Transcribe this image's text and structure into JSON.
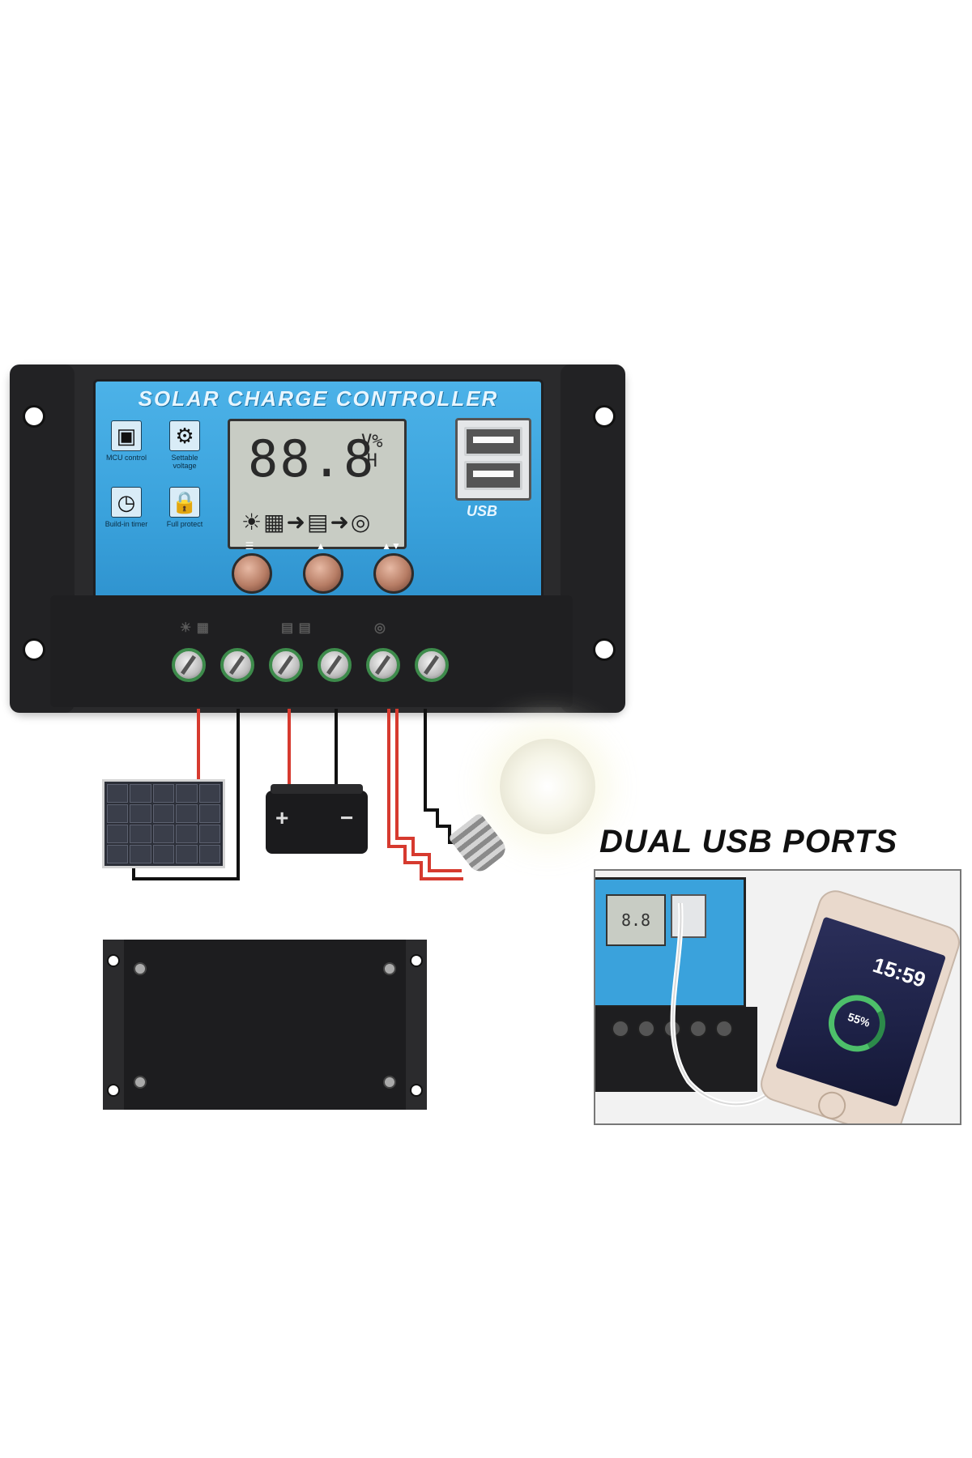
{
  "controller": {
    "title": "SOLAR CHARGE CONTROLLER",
    "features": [
      {
        "icon": "mcu-chip-icon",
        "glyph": "▣",
        "label": "MCU control"
      },
      {
        "icon": "gear-icon",
        "glyph": "⚙",
        "label": "Settable voltage"
      },
      {
        "icon": "clock-icon",
        "glyph": "◷",
        "label": "Build-in timer"
      },
      {
        "icon": "lock-icon",
        "glyph": "🔒",
        "label": "Full protect"
      }
    ],
    "lcd": {
      "digits": "88.8",
      "unit_top": "V%",
      "unit_bottom": "H",
      "flow": "☀▦➜▤➜◎"
    },
    "usb_label": "USB",
    "buttons": [
      "☰",
      "▲",
      "▲▼"
    ]
  },
  "battery": {
    "plus": "+",
    "minus": "−"
  },
  "dual_usb": {
    "title": "DUAL USB PORTS",
    "lcd_digits": "8.8",
    "phone_time": "15:59",
    "phone_battery": "55%"
  },
  "colors": {
    "face_blue": "#3aa2dc",
    "wire_red": "#d63a2f",
    "wire_black": "#111111",
    "terminal_green": "#3d8b4b"
  }
}
